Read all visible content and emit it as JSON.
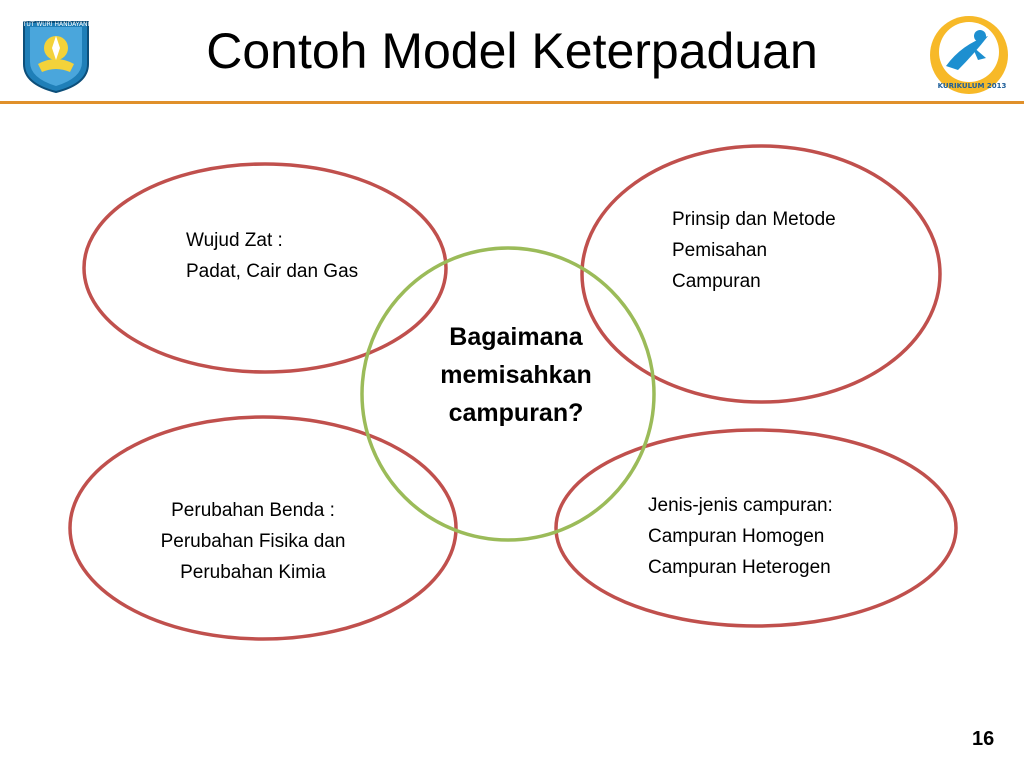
{
  "slide": {
    "title": "Contoh Model Keterpaduan",
    "page_number": "16",
    "accent_color": "#e0902a",
    "logos": {
      "left": "tut-wuri-handayani-emblem",
      "left_text": "TUT WURI HANDAYANI",
      "right": "kurikulum-2013-logo",
      "right_text": "KURIKULUM 2013"
    }
  },
  "diagram": {
    "center": {
      "lines": [
        "Bagaimana",
        "memisahkan",
        "campuran?"
      ],
      "color": "#9bbb59"
    },
    "outer_color": "#c0504d",
    "nodes": [
      {
        "lines": [
          "Wujud Zat :",
          "Padat, Cair dan Gas"
        ]
      },
      {
        "lines": [
          "Prinsip dan Metode",
          "Pemisahan",
          "Campuran"
        ]
      },
      {
        "lines": [
          "Perubahan Benda :",
          "Perubahan Fisika dan",
          "Perubahan Kimia"
        ]
      },
      {
        "lines": [
          "Jenis-jenis campuran:",
          "Campuran Homogen",
          "Campuran Heterogen"
        ]
      }
    ]
  }
}
